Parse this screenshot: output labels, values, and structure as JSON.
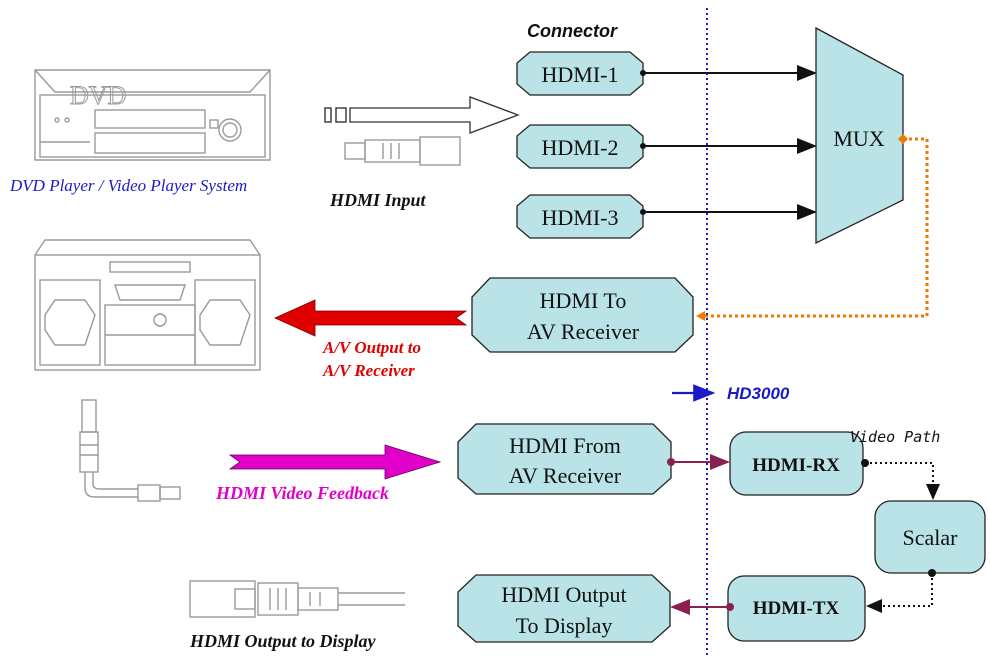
{
  "labels": {
    "connector": "Connector",
    "hdmi1": "HDMI-1",
    "hdmi2": "HDMI-2",
    "hdmi3": "HDMI-3",
    "mux": "MUX",
    "to_av_line1": "HDMI To",
    "to_av_line2": "AV Receiver",
    "from_av_line1": "HDMI From",
    "from_av_line2": "AV Receiver",
    "output_line1": "HDMI Output",
    "output_line2": "To Display",
    "hdmi_rx": "HDMI-RX",
    "hdmi_tx": "HDMI-TX",
    "scalar": "Scalar",
    "hd3000": "HD3000",
    "video_path": "Video Path",
    "dvd_caption": "DVD Player / Video Player System",
    "hdmi_input": "HDMI Input",
    "av_output_line1": "A/V Output to",
    "av_output_line2": "A/V Receiver",
    "hdmi_feedback": "HDMI Video Feedback",
    "hdmi_output_display": "HDMI Output to Display",
    "dvd_logo": "DVD"
  },
  "colors": {
    "box_fill": "#b9e3e6",
    "boundary": "#1a1ac8",
    "mux_link": "#f07800",
    "feedback_arrow": "#e000c8",
    "av_arrow": "#e00000",
    "connector_dot": "#8a2050"
  }
}
